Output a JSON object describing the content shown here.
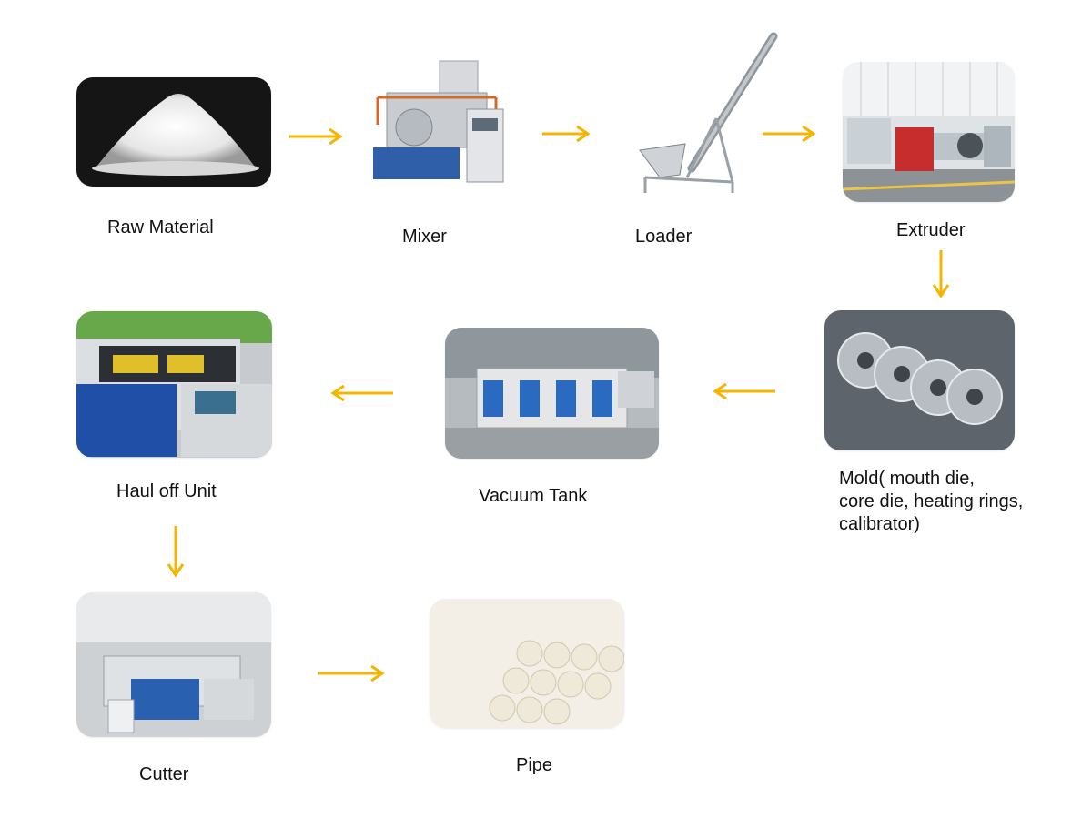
{
  "colors": {
    "arrow": "#F5B400"
  },
  "steps": [
    {
      "label": "Raw  Material",
      "icon": "powder-pile-photo"
    },
    {
      "label": "Mixer",
      "icon": "mixer-machine-photo"
    },
    {
      "label": "Loader",
      "icon": "screw-loader-photo"
    },
    {
      "label": "Extruder",
      "icon": "extruder-factory-photo"
    },
    {
      "label": "Mold( mouth die,\ncore die, heating rings,\ncalibrator)",
      "icon": "mold-dies-photo"
    },
    {
      "label": "Vacuum Tank",
      "icon": "vacuum-tank-photo"
    },
    {
      "label": "Haul off Unit",
      "icon": "haul-off-unit-photo"
    },
    {
      "label": "Cutter",
      "icon": "cutter-machine-photo"
    },
    {
      "label": "Pipe",
      "icon": "pvc-pipes-photo"
    }
  ]
}
